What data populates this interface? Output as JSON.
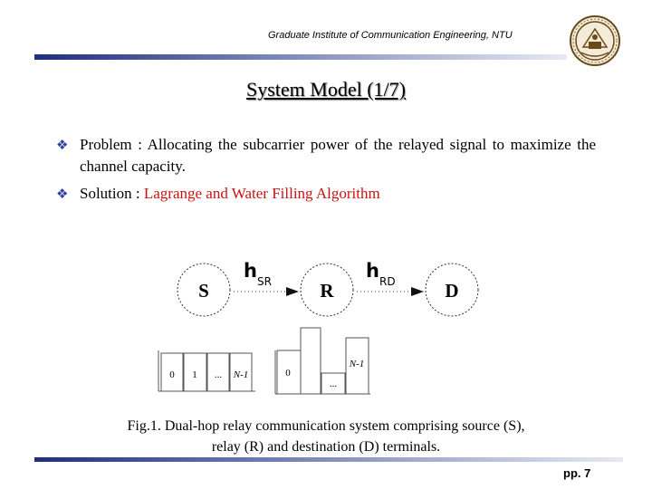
{
  "header": {
    "institute": "Graduate Institute of Communication Engineering, NTU"
  },
  "slide": {
    "title": "System Model (1/7)",
    "bullets": [
      {
        "marker": "❖",
        "text": "Problem : Allocating the subcarrier power of the relayed signal to maximize the channel capacity."
      },
      {
        "marker": "❖",
        "label": "Solution : ",
        "highlight": "Lagrange and Water Filling Algorithm"
      }
    ]
  },
  "figure": {
    "nodes": {
      "source": "S",
      "relay": "R",
      "destination": "D"
    },
    "links": {
      "sr_main": "h",
      "sr_sub": "SR",
      "rd_main": "h",
      "rd_sub": "RD"
    },
    "left_blocks": [
      "0",
      "1",
      "...",
      "N-1"
    ],
    "right_blocks": {
      "first": "0",
      "last": "N-1",
      "dots": "..."
    },
    "caption_line1": "Fig.1. Dual-hop relay communication system comprising source (S),",
    "caption_line2": "relay (R) and destination (D) terminals."
  },
  "footer": {
    "page": "pp. 7"
  },
  "colors": {
    "accent_bar": "#1e2f7c",
    "highlight": "#cc1111",
    "bullet": "#3340a0"
  }
}
